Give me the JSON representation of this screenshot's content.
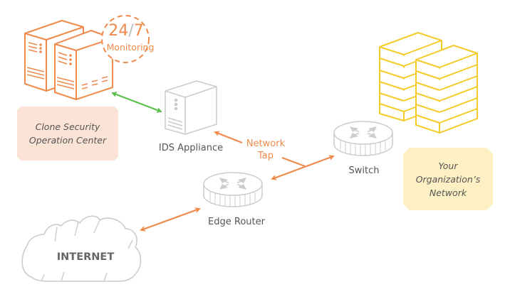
{
  "diagram": {
    "title": "Clone Security Operation Center network monitoring",
    "colors": {
      "orange": "#f08a4b",
      "green": "#5cbf4c",
      "gray": "#cccccc",
      "yellow": "#f5cb2a",
      "soc_bubble": "#fbe3d5",
      "org_bubble": "#fdf0c4",
      "text_gray": "#555555"
    },
    "nodes": {
      "soc": {
        "label_line1": "Clone Security",
        "label_line2": "Operation Center",
        "icon": "server-stack-icon"
      },
      "monitoring": {
        "num_left": "24",
        "slash": "/",
        "num_right": "7",
        "label": "Monitoring"
      },
      "ids": {
        "label": "IDS Appliance",
        "icon": "server-tower-icon"
      },
      "network_tap": {
        "line1": "Network",
        "line2": "Tap"
      },
      "switch": {
        "label": "Switch",
        "icon": "switch-icon"
      },
      "router": {
        "label": "Edge Router",
        "icon": "router-icon"
      },
      "internet": {
        "label": "INTERNET",
        "icon": "cloud-icon"
      },
      "org": {
        "label_line1": "Your",
        "label_line2": "Organization’s",
        "label_line3": "Network",
        "icon": "buildings-icon"
      }
    },
    "edges": [
      {
        "from": "soc",
        "to": "ids",
        "style": "bidirectional",
        "color": "green"
      },
      {
        "from": "network_tap",
        "to": "ids",
        "style": "arrow",
        "color": "orange"
      },
      {
        "from": "router",
        "to": "switch",
        "style": "bidirectional",
        "color": "orange"
      },
      {
        "from": "internet",
        "to": "router",
        "style": "bidirectional",
        "color": "orange"
      }
    ]
  }
}
